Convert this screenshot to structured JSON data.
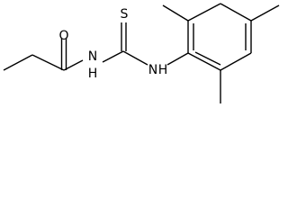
{
  "structure": {
    "atom_labels": {
      "oxygen": "O",
      "sulfur": "S",
      "amide_nitrogen": "N",
      "amide_hydrogen": "H",
      "aryl_nitrogen": "N",
      "aryl_hydrogen": "H"
    },
    "colors": {
      "bond": "#000000",
      "label": "#000000",
      "background": "#ffffff"
    }
  }
}
